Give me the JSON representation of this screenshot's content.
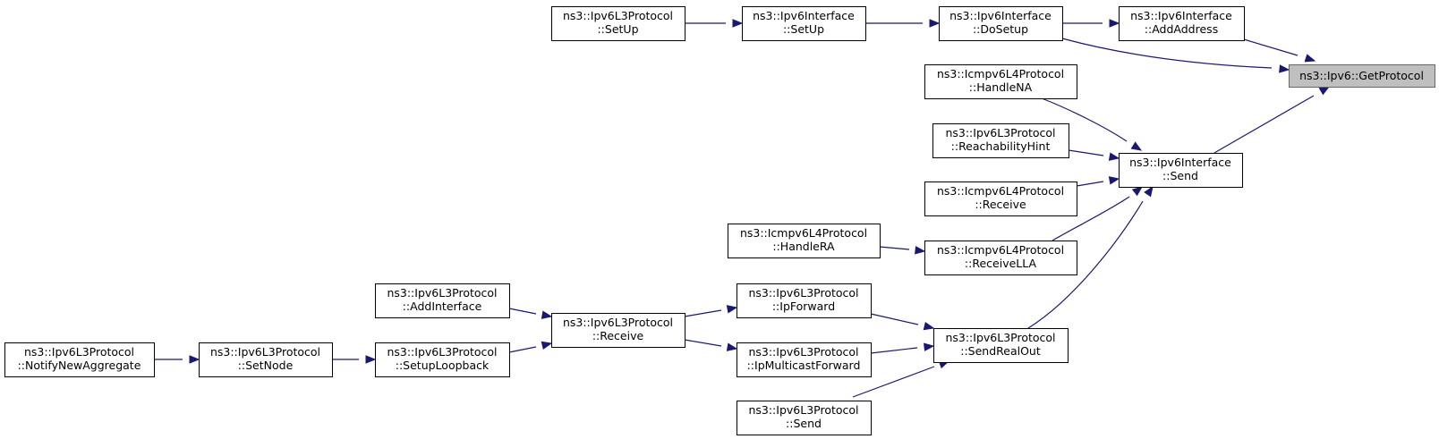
{
  "graph": {
    "title": "",
    "edge_color": "#191970",
    "highlight_fill": "#bfbfbf",
    "nodes": [
      {
        "id": "getprotocol",
        "name": "node-ipv6-getprotocol",
        "line1": "ns3::Ipv6::GetProtocol",
        "line2": "",
        "current": true
      },
      {
        "id": "addaddress",
        "name": "node-ipv6interface-addaddress",
        "line1": "ns3::Ipv6Interface",
        "line2": "::AddAddress"
      },
      {
        "id": "dosetup",
        "name": "node-ipv6interface-dosetup",
        "line1": "ns3::Ipv6Interface",
        "line2": "::DoSetup"
      },
      {
        "id": "ifsetup",
        "name": "node-ipv6interface-setup",
        "line1": "ns3::Ipv6Interface",
        "line2": "::SetUp"
      },
      {
        "id": "l3setup",
        "name": "node-ipv6l3protocol-setup",
        "line1": "ns3::Ipv6L3Protocol",
        "line2": "::SetUp"
      },
      {
        "id": "ifsend",
        "name": "node-ipv6interface-send",
        "line1": "ns3::Ipv6Interface",
        "line2": "::Send"
      },
      {
        "id": "handlena",
        "name": "node-icmpv6l4protocol-handlena",
        "line1": "ns3::Icmpv6L4Protocol",
        "line2": "::HandleNA"
      },
      {
        "id": "reachhint",
        "name": "node-ipv6l3protocol-reachabilityhint",
        "line1": "ns3::Ipv6L3Protocol",
        "line2": "::ReachabilityHint"
      },
      {
        "id": "icmpreceive",
        "name": "node-icmpv6l4protocol-receive",
        "line1": "ns3::Icmpv6L4Protocol",
        "line2": "::Receive"
      },
      {
        "id": "receivella",
        "name": "node-icmpv6l4protocol-receivella",
        "line1": "ns3::Icmpv6L4Protocol",
        "line2": "::ReceiveLLA"
      },
      {
        "id": "handlera",
        "name": "node-icmpv6l4protocol-handlera",
        "line1": "ns3::Icmpv6L4Protocol",
        "line2": "::HandleRA"
      },
      {
        "id": "sendrealout",
        "name": "node-ipv6l3protocol-sendrealout",
        "line1": "ns3::Ipv6L3Protocol",
        "line2": "::SendRealOut"
      },
      {
        "id": "ipforward",
        "name": "node-ipv6l3protocol-ipforward",
        "line1": "ns3::Ipv6L3Protocol",
        "line2": "::IpForward"
      },
      {
        "id": "ipmcast",
        "name": "node-ipv6l3protocol-ipmulticastforward",
        "line1": "ns3::Ipv6L3Protocol",
        "line2": "::IpMulticastForward"
      },
      {
        "id": "l3send",
        "name": "node-ipv6l3protocol-send",
        "line1": "ns3::Ipv6L3Protocol",
        "line2": "::Send"
      },
      {
        "id": "l3receive",
        "name": "node-ipv6l3protocol-receive",
        "line1": "ns3::Ipv6L3Protocol",
        "line2": "::Receive"
      },
      {
        "id": "addinterface",
        "name": "node-ipv6l3protocol-addinterface",
        "line1": "ns3::Ipv6L3Protocol",
        "line2": "::AddInterface"
      },
      {
        "id": "setuploopback",
        "name": "node-ipv6l3protocol-setuploopback",
        "line1": "ns3::Ipv6L3Protocol",
        "line2": "::SetupLoopback"
      },
      {
        "id": "setnode",
        "name": "node-ipv6l3protocol-setnode",
        "line1": "ns3::Ipv6L3Protocol",
        "line2": "::SetNode"
      },
      {
        "id": "notifyagg",
        "name": "node-ipv6l3protocol-notifynewaggregate",
        "line1": "ns3::Ipv6L3Protocol",
        "line2": "::NotifyNewAggregate"
      }
    ],
    "edges": [
      {
        "from": "addaddress",
        "to": "getprotocol"
      },
      {
        "from": "dosetup",
        "to": "getprotocol"
      },
      {
        "from": "ifsend",
        "to": "getprotocol"
      },
      {
        "from": "dosetup",
        "to": "addaddress"
      },
      {
        "from": "ifsetup",
        "to": "dosetup"
      },
      {
        "from": "l3setup",
        "to": "ifsetup"
      },
      {
        "from": "handlena",
        "to": "ifsend"
      },
      {
        "from": "reachhint",
        "to": "ifsend"
      },
      {
        "from": "icmpreceive",
        "to": "ifsend"
      },
      {
        "from": "receivella",
        "to": "ifsend"
      },
      {
        "from": "sendrealout",
        "to": "ifsend"
      },
      {
        "from": "handlera",
        "to": "receivella"
      },
      {
        "from": "ipforward",
        "to": "sendrealout"
      },
      {
        "from": "ipmcast",
        "to": "sendrealout"
      },
      {
        "from": "l3send",
        "to": "sendrealout"
      },
      {
        "from": "l3receive",
        "to": "ipforward"
      },
      {
        "from": "l3receive",
        "to": "ipmcast"
      },
      {
        "from": "addinterface",
        "to": "l3receive"
      },
      {
        "from": "setuploopback",
        "to": "l3receive"
      },
      {
        "from": "setnode",
        "to": "setuploopback"
      },
      {
        "from": "notifyagg",
        "to": "setnode"
      }
    ]
  }
}
